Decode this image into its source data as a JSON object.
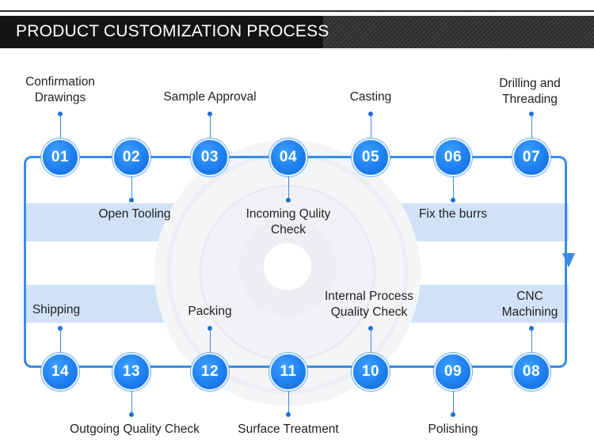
{
  "header": {
    "title": "PRODUCT CUSTOMIZATION PROCESS"
  },
  "steps": [
    {
      "num": "01",
      "label_l1": "Confirmation",
      "label_l2": "Drawings"
    },
    {
      "num": "02",
      "label_l1": "Open Tooling",
      "label_l2": ""
    },
    {
      "num": "03",
      "label_l1": "Sample Approval",
      "label_l2": ""
    },
    {
      "num": "04",
      "label_l1": "Incoming Qulity",
      "label_l2": "Check"
    },
    {
      "num": "05",
      "label_l1": "Casting",
      "label_l2": ""
    },
    {
      "num": "06",
      "label_l1": "Fix the burrs",
      "label_l2": ""
    },
    {
      "num": "07",
      "label_l1": "Drilling and",
      "label_l2": "Threading"
    },
    {
      "num": "08",
      "label_l1": "CNC",
      "label_l2": "Machining"
    },
    {
      "num": "09",
      "label_l1": "Polishing",
      "label_l2": ""
    },
    {
      "num": "10",
      "label_l1": "Internal Process",
      "label_l2": "Quality Check"
    },
    {
      "num": "11",
      "label_l1": "Surface Treatment",
      "label_l2": ""
    },
    {
      "num": "12",
      "label_l1": "Packing",
      "label_l2": ""
    },
    {
      "num": "13",
      "label_l1": "Outgoing Quality Check",
      "label_l2": ""
    },
    {
      "num": "14",
      "label_l1": "Shipping",
      "label_l2": ""
    }
  ]
}
